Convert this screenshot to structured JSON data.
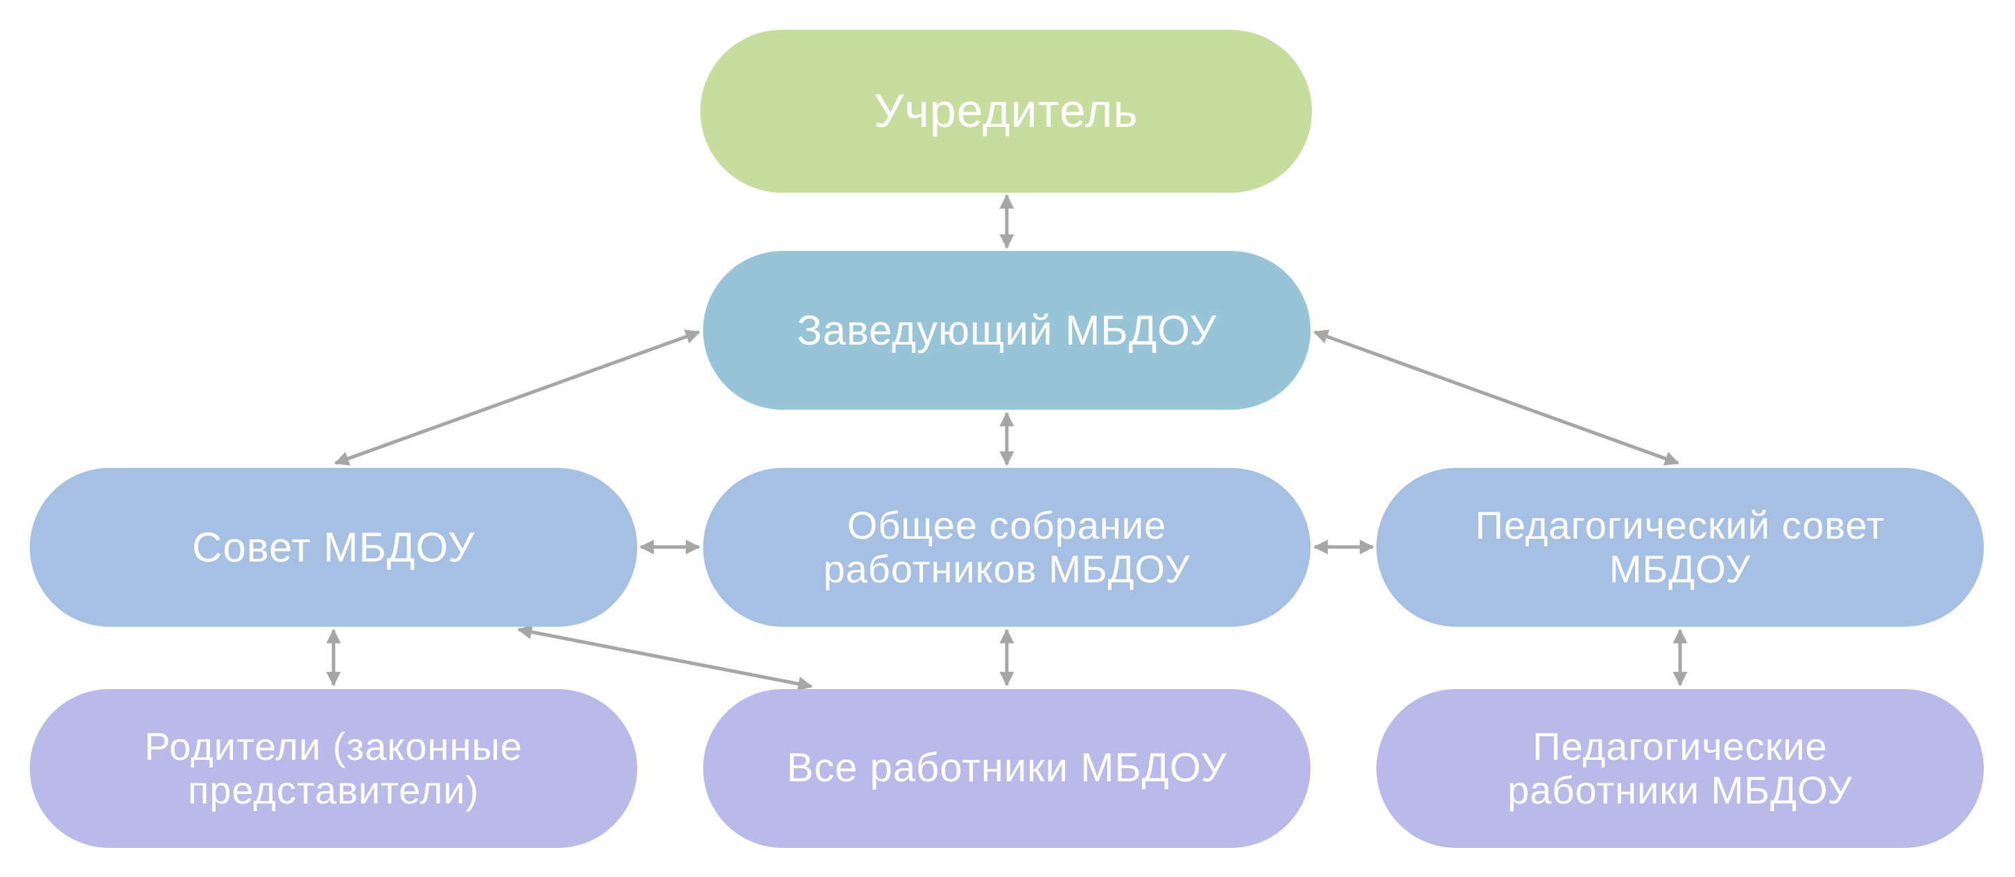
{
  "colors": {
    "level_top": "#c6dd9e",
    "level_head": "#97c5d7",
    "level_bodies": "#a6c0e4",
    "level_members": "#b9b9ea",
    "arrow": "#a6a6a6",
    "text": "#ffffff"
  },
  "nodes": {
    "founder": "Учредитель",
    "head": "Заведующий МБДОУ",
    "council": "Совет МБДОУ",
    "general_meeting": "Общее собрание\nработников МБДОУ",
    "ped_council": "Педагогический совет\nМБДОУ",
    "parents": "Родители (законные\nпредставители)",
    "all_staff": "Все работники МБДОУ",
    "ped_staff": "Педагогические\nработники МБДОУ"
  },
  "connections": [
    {
      "from": "founder",
      "to": "head",
      "type": "bidirectional"
    },
    {
      "from": "head",
      "to": "council",
      "type": "bidirectional"
    },
    {
      "from": "head",
      "to": "general_meeting",
      "type": "bidirectional"
    },
    {
      "from": "head",
      "to": "ped_council",
      "type": "bidirectional"
    },
    {
      "from": "council",
      "to": "general_meeting",
      "type": "bidirectional"
    },
    {
      "from": "general_meeting",
      "to": "ped_council",
      "type": "bidirectional"
    },
    {
      "from": "council",
      "to": "parents",
      "type": "bidirectional"
    },
    {
      "from": "council",
      "to": "all_staff",
      "type": "bidirectional"
    },
    {
      "from": "general_meeting",
      "to": "all_staff",
      "type": "bidirectional"
    },
    {
      "from": "ped_council",
      "to": "ped_staff",
      "type": "bidirectional"
    }
  ]
}
